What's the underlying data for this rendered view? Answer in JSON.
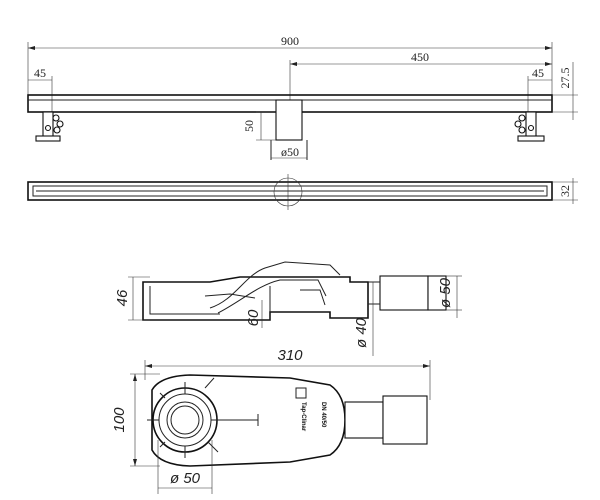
{
  "top_view": {
    "overall_length": "900",
    "half_length": "450",
    "left_foot_offset": "45",
    "right_foot_offset": "45",
    "channel_height": "27.5",
    "outlet_height": "50",
    "outlet_diameter": "ø50",
    "channel_width": "32"
  },
  "trap_side_view": {
    "height": "46",
    "depth": "60",
    "diameter_inner": "ø 40",
    "diameter_outer": "ø 50"
  },
  "trap_plan_view": {
    "length": "310",
    "width": "100",
    "outlet_diameter": "ø 50",
    "brand": "Tap-Clinar",
    "model": "DN 40/50"
  }
}
